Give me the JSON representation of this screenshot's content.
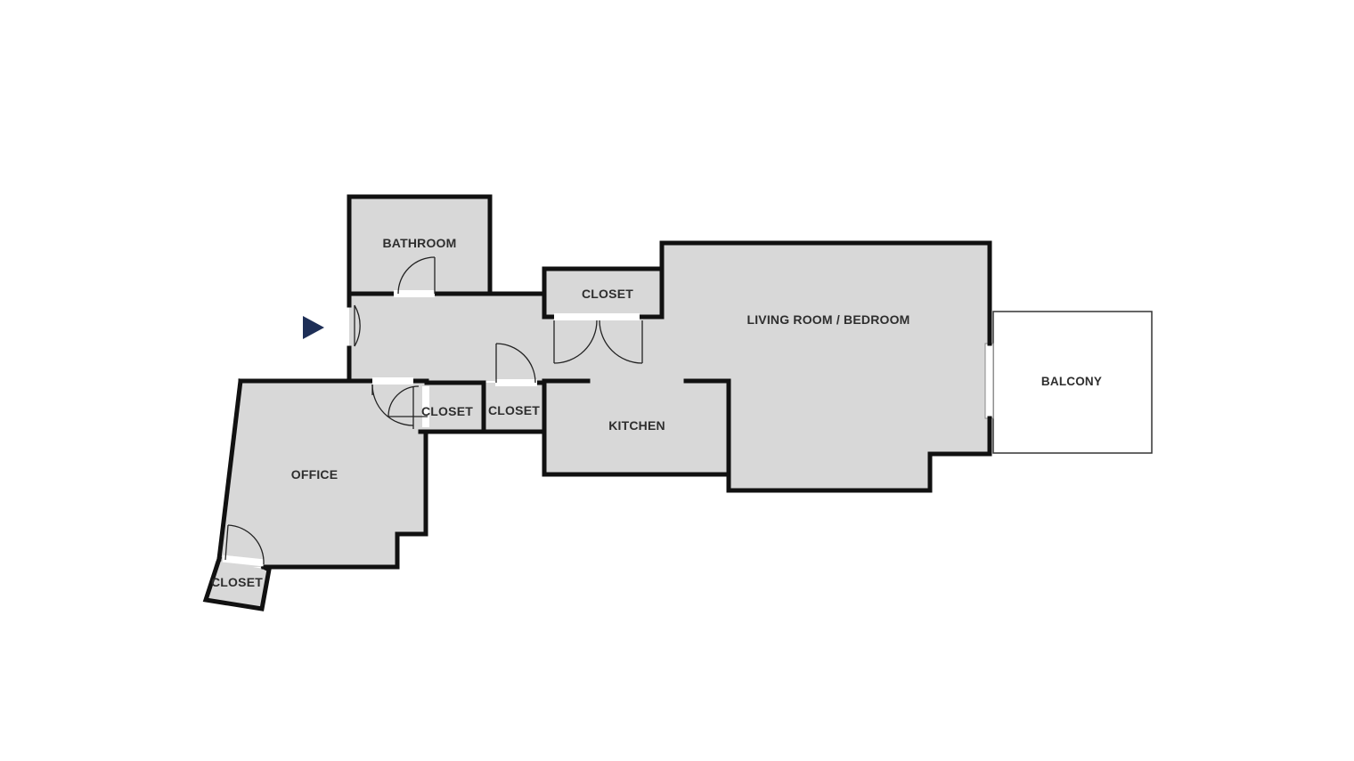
{
  "floor_plan": {
    "rooms": {
      "bathroom": "BATHROOM",
      "hall_closet": "CLOSET",
      "living_room": "LIVING ROOM / BEDROOM",
      "balcony": "BALCONY",
      "closet_left": "CLOSET",
      "closet_middle": "CLOSET",
      "kitchen": "KITCHEN",
      "office": "OFFICE",
      "office_closet": "CLOSET"
    },
    "entrance_marker": "entrance-arrow-icon"
  },
  "colors": {
    "room_fill": "#d8d8d8",
    "wall": "#111111",
    "entrance_arrow": "#1e2f57",
    "balcony_fill": "#ffffff"
  }
}
